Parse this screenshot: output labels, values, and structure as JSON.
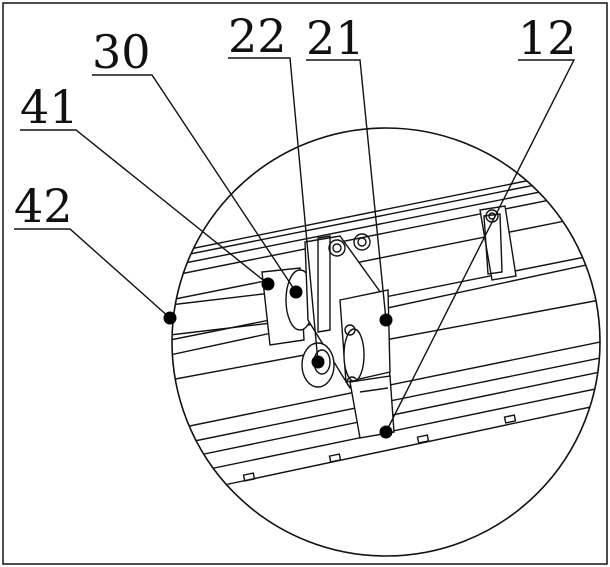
{
  "figure": {
    "labels": [
      {
        "id": "label-42",
        "text": "42"
      },
      {
        "id": "label-41",
        "text": "41"
      },
      {
        "id": "label-30",
        "text": "30"
      },
      {
        "id": "label-22",
        "text": "22"
      },
      {
        "id": "label-21",
        "text": "21"
      },
      {
        "id": "label-12",
        "text": "12"
      }
    ]
  },
  "colors": {
    "line": "#111111",
    "background": "#ffffff",
    "marker": "#000000"
  }
}
